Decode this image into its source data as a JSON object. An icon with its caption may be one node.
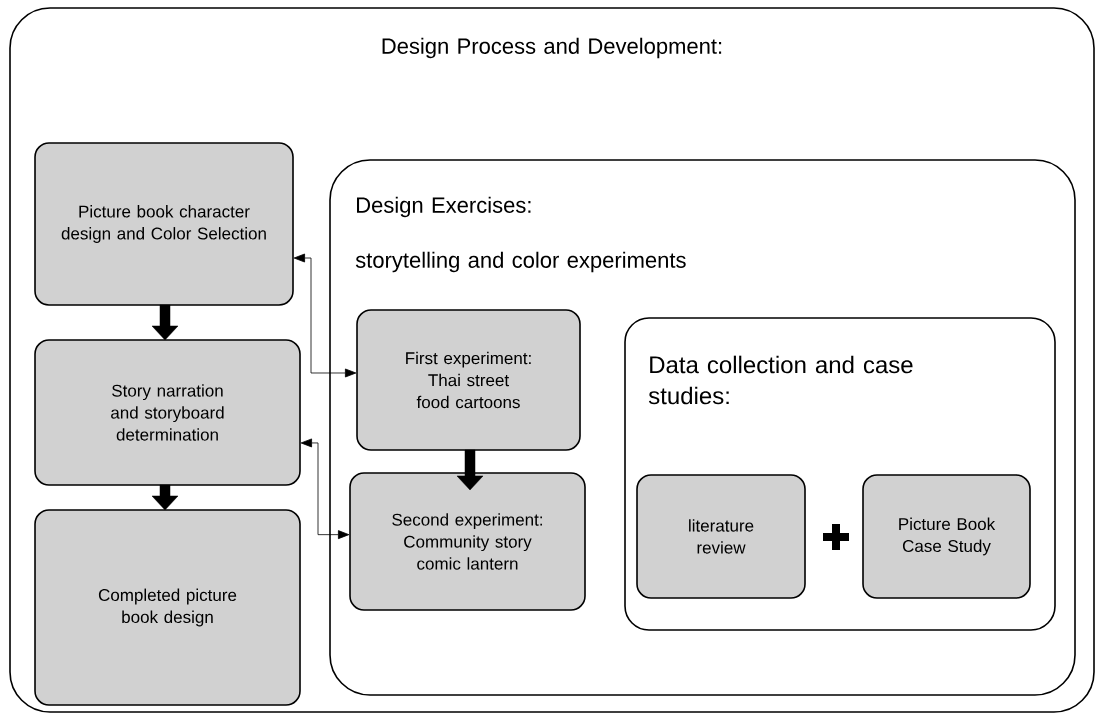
{
  "diagram": {
    "nodes": [
      {
        "text": [
          "Design Process and Development:"
        ]
      },
      {
        "text": [
          "Picture book character design and Color Selection"
        ],
        "in": 0
      },
      {
        "text": [
          "Story narration and storyboard determination"
        ],
        "in": 0
      },
      {
        "text": [
          "Completed picture book design"
        ],
        "in": 0
      },
      {
        "text": [
          "Design Exercises:",
          "storytelling and color experiments"
        ],
        "in": 0
      },
      {
        "text": [
          "First experiment: Thai street food cartoons"
        ],
        "in": 4
      },
      {
        "text": [
          "Second experiment: Community story comic lantern"
        ],
        "in": 4
      },
      {
        "text": [
          "Data collection and case studies:"
        ],
        "in": 4
      },
      {
        "text": [
          "literature review"
        ],
        "in": 7
      },
      {
        "text": [
          "Picture Book Case Study"
        ],
        "in": 7
      }
    ],
    "edges": [
      {
        "from": 1,
        "to": 2,
        "arrow": "to",
        "style": "thick"
      },
      {
        "from": 2,
        "to": 3,
        "arrow": "to",
        "style": "thick"
      },
      {
        "from": 5,
        "to": 6,
        "arrow": "to",
        "style": "thick"
      },
      {
        "from": 1,
        "to": 5,
        "arrow": "both"
      },
      {
        "from": 2,
        "to": 6,
        "arrow": "both"
      }
    ]
  }
}
